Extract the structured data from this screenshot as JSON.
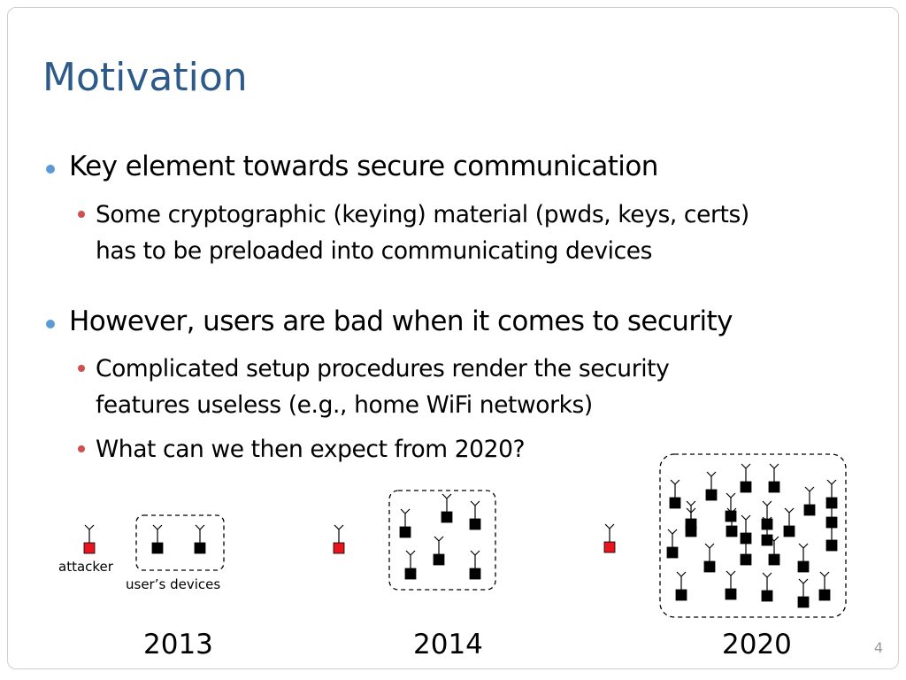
{
  "slide": {
    "title": "Motivation",
    "page_number": "4"
  },
  "bullets": [
    {
      "text": "Key element towards secure communication",
      "sub": [
        {
          "line1": "Some cryptographic (keying) material (pwds, keys, certs)",
          "line2": "has to be preloaded into communicating devices"
        }
      ]
    },
    {
      "text": "However, users are bad when it comes to security",
      "sub": [
        {
          "line1": "Complicated setup procedures render the security",
          "line2": "features useless (e.g., home WiFi networks)"
        },
        {
          "line1": "What can we then expect from 2020?",
          "line2": ""
        }
      ]
    }
  ],
  "diagram": {
    "attacker_label": "attacker",
    "devices_label": "user’s devices",
    "years": [
      "2013",
      "2014",
      "2020"
    ],
    "attacker_color": "#e8141e",
    "device_color": "#000000",
    "group_2013_device_count": 2,
    "group_2014_device_count": 6,
    "group_2020_device_count": 26
  }
}
